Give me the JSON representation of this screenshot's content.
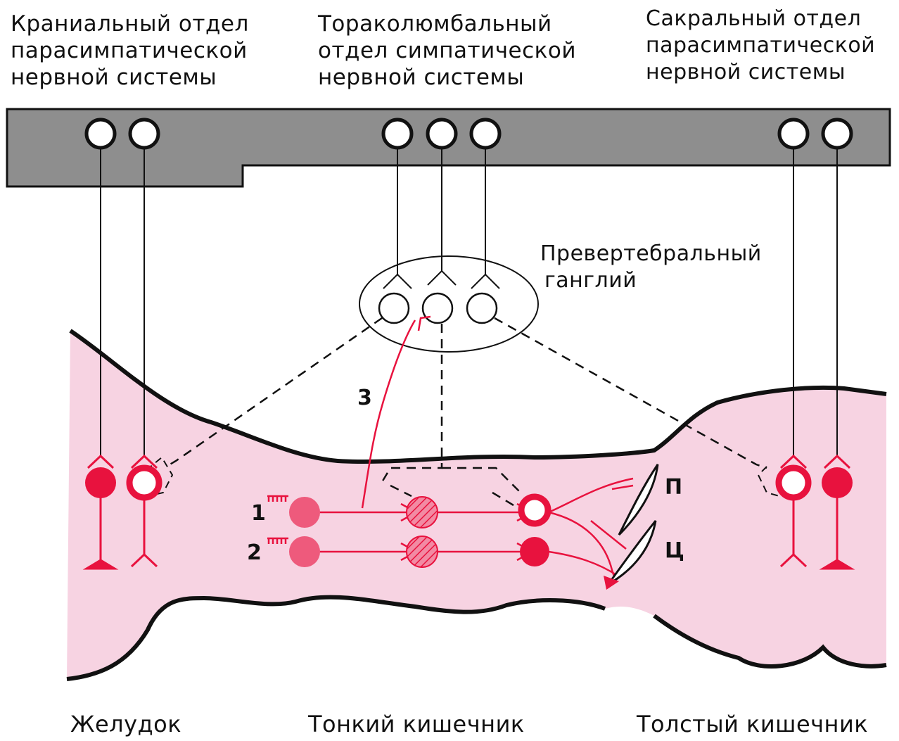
{
  "headers": {
    "cranial": [
      "Краниальный отдел",
      "парасимпатической",
      "нервной системы"
    ],
    "thoracolumbar": [
      "Тораколюмбальный",
      "отдел  симпатической",
      "нервной системы"
    ],
    "sacral": [
      "Сакральный отдел",
      "парасимпатической",
      "нервной системы"
    ]
  },
  "ganglion_label": [
    "Превертебральный",
    "ганглий"
  ],
  "markers": {
    "n1": "1",
    "n2": "2",
    "n3": "3",
    "p": "П",
    "ts": "Ц"
  },
  "organs": {
    "stomach": "Желудок",
    "small_intestine": "Тонкий кишечник",
    "large_intestine": "Толстый кишечник"
  },
  "colors": {
    "cns_bar": "#8e8e8e",
    "gut": "#f7d3e2",
    "neuron_red": "#e8123e",
    "neuron_pink": "#ee5a7c",
    "line": "#111111"
  }
}
